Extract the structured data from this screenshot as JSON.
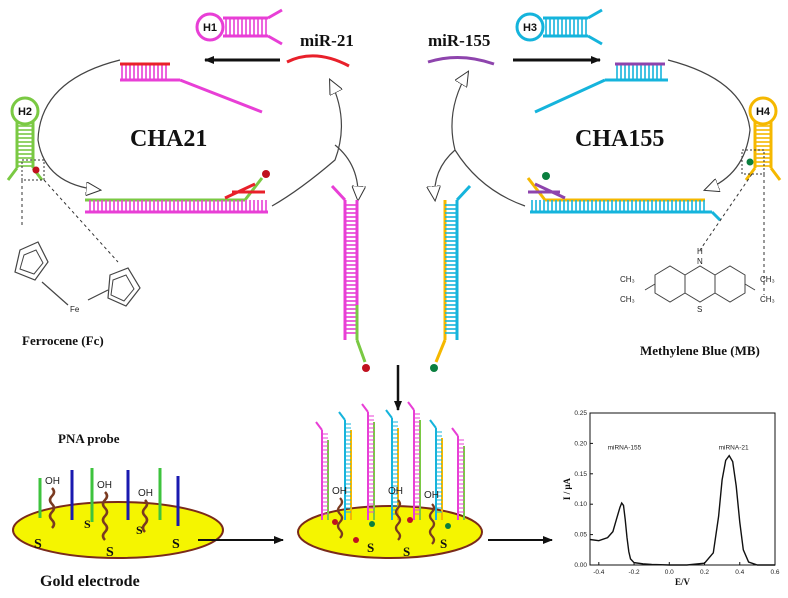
{
  "labels": {
    "mir21": "miR-21",
    "mir155": "miR-155",
    "h1": "H1",
    "h2": "H2",
    "h3": "H3",
    "h4": "H4",
    "cha21": "CHA21",
    "cha155": "CHA155",
    "ferrocene": "Ferrocene (Fc)",
    "fe": "Fe",
    "methylene_blue": "Methylene Blue (MB)",
    "pna_probe": "PNA probe",
    "gold_electrode": "Gold electrode",
    "oh": "OH",
    "s": "S",
    "mb_n": "N",
    "mb_h": "H",
    "mb_s": "S",
    "mb_ch3": "CH₃"
  },
  "colors": {
    "h1_pink": "#e83fd6",
    "mir21_red": "#e8202a",
    "h2_green": "#7ac943",
    "h3_cyan": "#15b4dc",
    "mir155_purple": "#8e44ad",
    "h4_yellow": "#f5b800",
    "gold": "#f5f500",
    "fc_dot": "#c0111f",
    "mb_dot": "#0a7f3f"
  },
  "chart_data": {
    "type": "line",
    "xlabel": "E/V",
    "ylabel": "I / μA",
    "xlim": [
      -0.45,
      0.6
    ],
    "ylim": [
      0.0,
      0.25
    ],
    "xticks": [
      "-0.4",
      "-0.2",
      "0.0",
      "0.2",
      "0.4",
      "0.6"
    ],
    "yticks": [
      "0.00",
      "0.05",
      "0.10",
      "0.15",
      "0.20",
      "0.25"
    ],
    "annotations": [
      "miRNA-155",
      "miRNA-21"
    ],
    "series": [
      {
        "x": [
          -0.45,
          -0.4,
          -0.35,
          -0.32,
          -0.3,
          -0.28,
          -0.27,
          -0.26,
          -0.25,
          -0.24,
          -0.23,
          -0.22,
          -0.2,
          -0.15,
          -0.1,
          0.0,
          0.1,
          0.2,
          0.25,
          0.28,
          0.3,
          0.32,
          0.34,
          0.36,
          0.38,
          0.4,
          0.42,
          0.45,
          0.5,
          0.55,
          0.6
        ],
        "y": [
          0.042,
          0.04,
          0.045,
          0.055,
          0.075,
          0.095,
          0.102,
          0.098,
          0.075,
          0.045,
          0.022,
          0.01,
          0.004,
          0.002,
          0.001,
          0.0,
          0.0,
          0.003,
          0.02,
          0.08,
          0.14,
          0.172,
          0.18,
          0.17,
          0.13,
          0.07,
          0.025,
          0.005,
          0.0,
          0.0,
          0.0
        ]
      }
    ]
  }
}
